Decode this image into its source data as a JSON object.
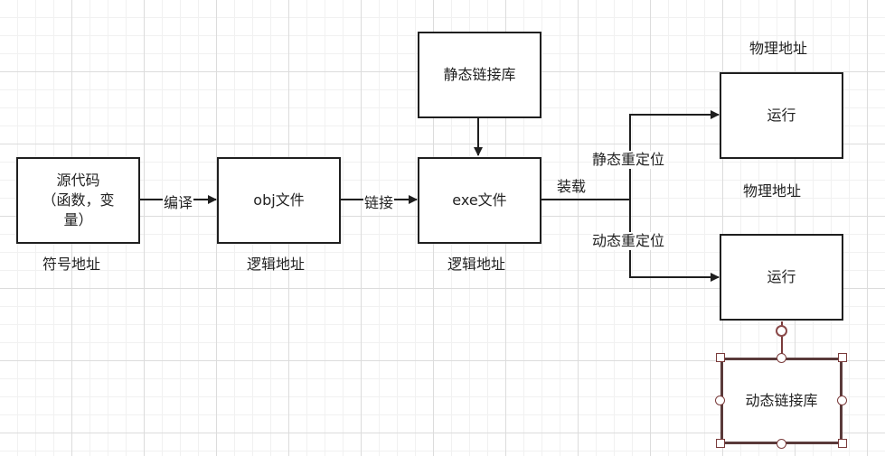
{
  "nodes": {
    "source": "源代码\n（函数，变\n量）",
    "obj": "obj文件",
    "exe": "exe文件",
    "static_lib": "静态链接库",
    "run_top": "运行",
    "run_bottom": "运行",
    "dynamic_lib": "动态链接库"
  },
  "labels": {
    "symbol_address": "符号地址",
    "logical_address_obj": "逻辑地址",
    "logical_address_exe": "逻辑地址",
    "physical_address_top": "物理地址",
    "physical_address_bottom": "物理地址"
  },
  "edge_labels": {
    "compile": "编译",
    "link": "链接",
    "load": "装载",
    "static_relocation": "静态重定位",
    "dynamic_relocation": "动态重定位"
  },
  "colors": {
    "stroke": "#1f1f1f",
    "selection": "#7a3b3b",
    "grid": "#dcdcdc"
  }
}
